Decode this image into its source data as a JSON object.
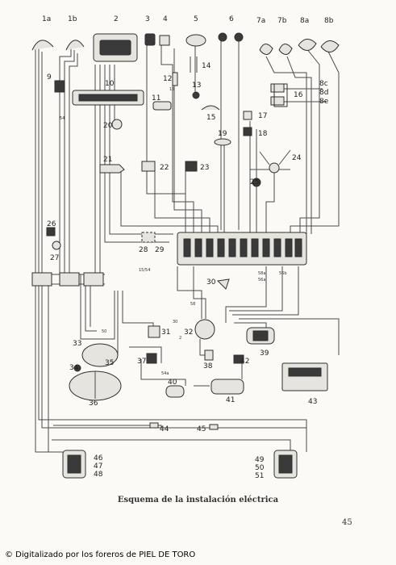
{
  "component_labels": [
    "1a",
    "1b",
    "2",
    "3",
    "4",
    "5",
    "6",
    "7a",
    "7b",
    "8a",
    "8b",
    "8c",
    "8d",
    "8e",
    "9",
    "10",
    "11",
    "12",
    "13",
    "14",
    "15",
    "16",
    "17",
    "18",
    "19",
    "20",
    "21",
    "22",
    "23",
    "24",
    "25",
    "26",
    "27",
    "28",
    "29",
    "30",
    "31",
    "32",
    "33",
    "34",
    "35",
    "36",
    "37",
    "38",
    "39",
    "40",
    "41",
    "42",
    "43",
    "44",
    "45",
    "46",
    "47",
    "48",
    "49",
    "50",
    "51"
  ],
  "wire_labels": [
    "54",
    "15",
    "15/54",
    "58a",
    "56a",
    "56b",
    "58",
    "30",
    "50",
    "54a",
    "2"
  ],
  "caption": "Esquema de la instalación eléctrica",
  "page_number": "45",
  "footer": "© Digitalizado por los foreros de PIEL DE TORO"
}
